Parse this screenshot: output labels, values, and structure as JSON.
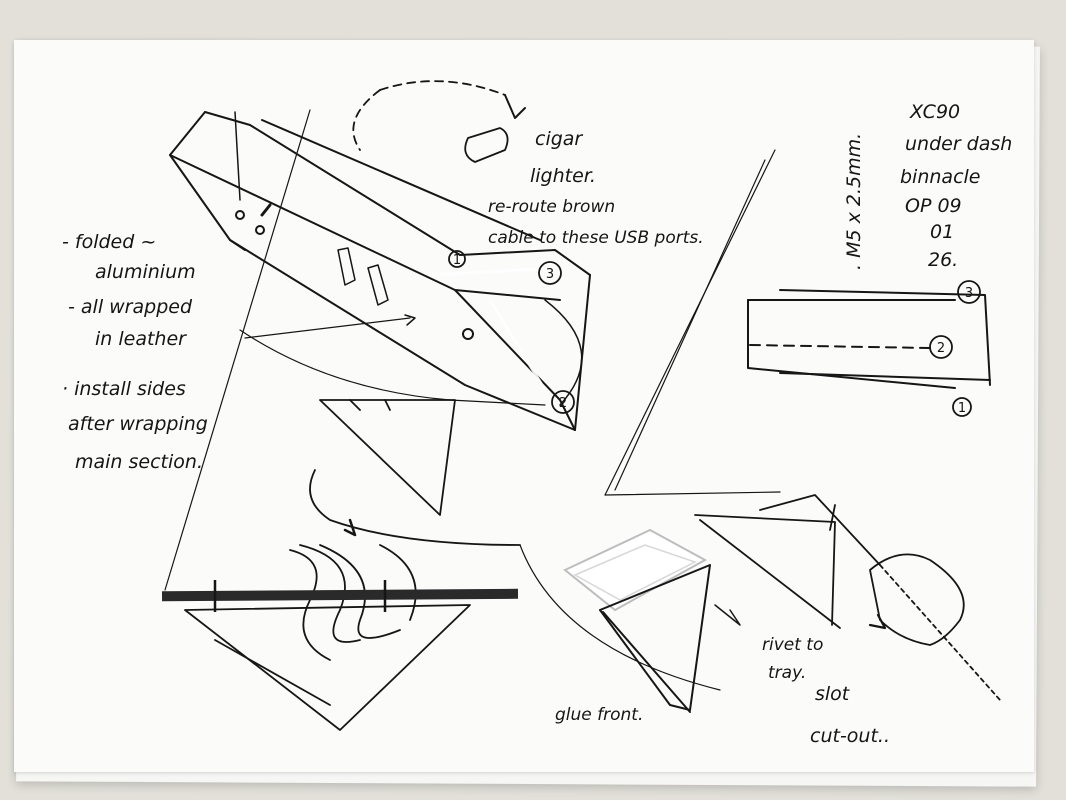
{
  "notes": {
    "folded": "- folded ~",
    "aluminium": "aluminium",
    "wrapped": "- all wrapped",
    "leather": "in leather",
    "install1": "· install sides",
    "install2": "after wrapping",
    "install3": "main section.",
    "cigar1": "cigar",
    "cigar2": "lighter.",
    "reroute1": "re-route brown",
    "reroute2": "cable to these USB ports.",
    "bolt": ". M5 x 2.5mm.",
    "xc1": "XC90",
    "xc2": "under dash",
    "xc3": "binnacle",
    "xc4": "OP 09",
    "xc5": "01",
    "xc6": "26.",
    "rivet1": "rivet to",
    "rivet2": "tray.",
    "glue": "glue front.",
    "slot1": "slot",
    "slot2": "cut-out.."
  },
  "markers": [
    "1",
    "2",
    "3"
  ],
  "colors": {
    "ink": "#161616",
    "paper": "#fbfbfa",
    "desk": "#e2e0d9",
    "glue": "#ffffff"
  }
}
